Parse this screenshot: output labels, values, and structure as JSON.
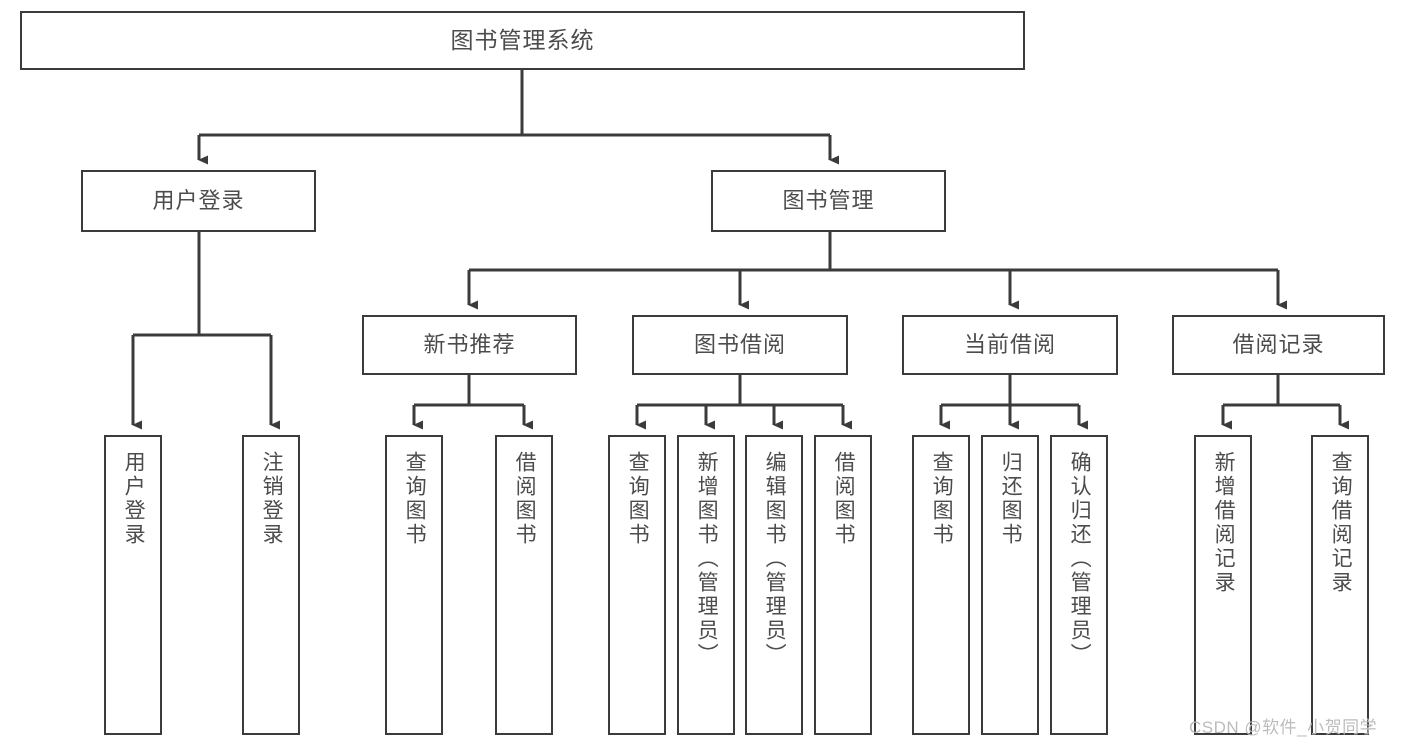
{
  "diagram": {
    "title": "图书管理系统",
    "type": "tree",
    "stroke_color": "#3b3b3b",
    "text_color": "#4c4c4c",
    "background_color": "#ffffff",
    "watermark": "CSDN @软件_小贺同学"
  },
  "nodes": {
    "root": {
      "label": "图书管理系统"
    },
    "level2": [
      {
        "label": "用户登录"
      },
      {
        "label": "图书管理"
      }
    ],
    "level3": [
      {
        "label": "新书推荐"
      },
      {
        "label": "图书借阅"
      },
      {
        "label": "当前借阅"
      },
      {
        "label": "借阅记录"
      }
    ],
    "leaves_user_login": [
      {
        "label": "用户登录"
      },
      {
        "label": "注销登录"
      }
    ],
    "leaves_new_book": [
      {
        "label": "查询图书"
      },
      {
        "label": "借阅图书"
      }
    ],
    "leaves_borrow": [
      {
        "label": "查询图书"
      },
      {
        "label": "新增图书（管理员）"
      },
      {
        "label": "编辑图书（管理员）"
      },
      {
        "label": "借阅图书"
      }
    ],
    "leaves_current": [
      {
        "label": "查询图书"
      },
      {
        "label": "归还图书"
      },
      {
        "label": "确认归还（管理员）"
      }
    ],
    "leaves_records": [
      {
        "label": "新增借阅记录"
      },
      {
        "label": "查询借阅记录"
      }
    ]
  }
}
